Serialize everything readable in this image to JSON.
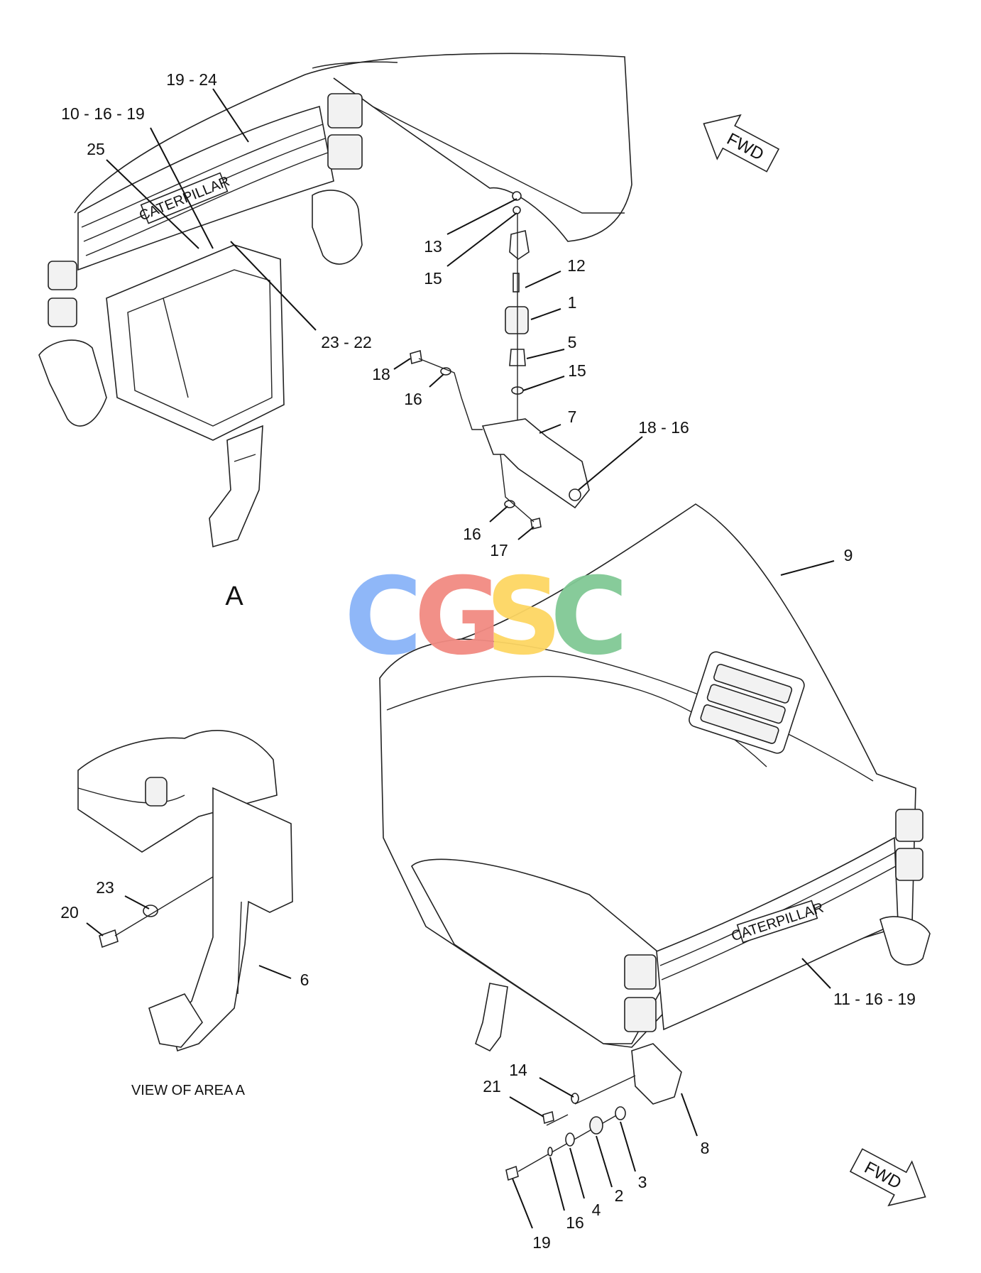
{
  "labels": {
    "l_19_24": "19 - 24",
    "l_10_16_19": "10 - 16 - 19",
    "l_25": "25",
    "l_23_22": "23 - 22",
    "l_13": "13",
    "l_15a": "15",
    "l_12": "12",
    "l_1": "1",
    "l_5": "5",
    "l_15b": "15",
    "l_18": "18",
    "l_16a": "16",
    "l_7": "7",
    "l_18_16": "18 - 16",
    "l_16b": "16",
    "l_17": "17",
    "l_9": "9",
    "l_A": "A",
    "l_23": "23",
    "l_20": "20",
    "l_6": "6",
    "l_11_16_19": "11 - 16 - 19",
    "l_14": "14",
    "l_21": "21",
    "l_8": "8",
    "l_3": "3",
    "l_2": "2",
    "l_4": "4",
    "l_16c": "16",
    "l_19": "19"
  },
  "caption": "VIEW OF AREA A",
  "fwd_top": "FWD",
  "fwd_bottom": "FWD",
  "grille_brand_top": "CATERPILLAR",
  "grille_brand_bottom": "CATERPILLAR",
  "watermark": {
    "letters": [
      "C",
      "G",
      "S",
      "C"
    ],
    "colors": [
      "#8ab4f8",
      "#f28b82",
      "#fdd663",
      "#81c995"
    ]
  }
}
